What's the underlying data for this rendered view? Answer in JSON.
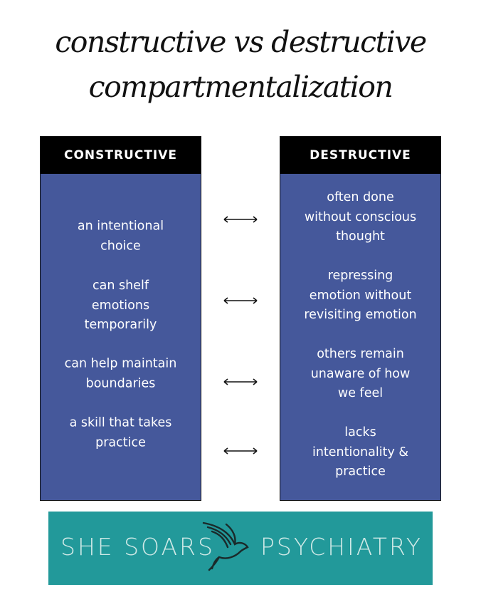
{
  "title": {
    "line1": "constructive vs destructive",
    "line2": "compartmentalization"
  },
  "columns": {
    "constructive": {
      "header": "CONSTRUCTIVE",
      "items": [
        "an intentional\nchoice",
        "can shelf\nemotions\ntemporarily",
        "can help maintain\nboundaries",
        "a skill that takes\npractice"
      ]
    },
    "destructive": {
      "header": "DESTRUCTIVE",
      "items": [
        "often done\nwithout conscious\nthought",
        "repressing\nemotion without\nrevisiting emotion",
        "others remain\nunaware of how\nwe feel",
        "lacks\nintentionality &\npractice"
      ]
    }
  },
  "logo": {
    "left": "SHE SOARS",
    "right": "PSYCHIATRY",
    "icon": "bird-icon"
  },
  "colors": {
    "column_bg": "#45589b",
    "header_bg": "#000000",
    "logo_bg": "#22999a"
  }
}
